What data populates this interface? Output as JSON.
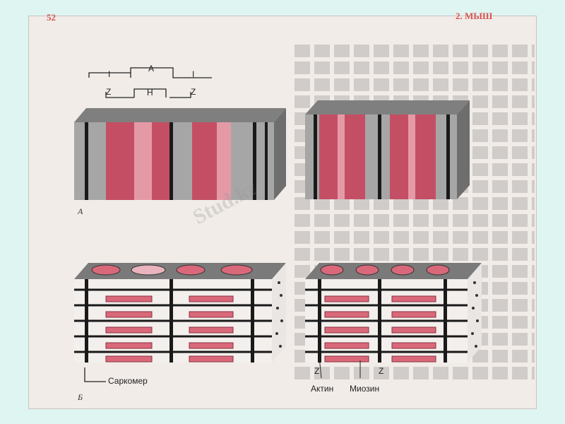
{
  "page": {
    "number": "52",
    "section": "2. МЫШ"
  },
  "figure": {
    "panel_a": "А",
    "panel_b": "Б",
    "bands": {
      "i_left": "I",
      "a": "A",
      "i_right": "I",
      "z_left": "Z",
      "h": "H",
      "z_right": "Z"
    },
    "sarcomere_label": "Саркомер",
    "z_label_left": "Z",
    "z_label_right": "Z",
    "actin_label": "Актин",
    "myosin_label": "Миозин"
  },
  "watermark": {
    "text": "Stud.kz"
  },
  "colors": {
    "background": "#dff5f1",
    "paper": "#f1ece8",
    "pink": "#d9697a",
    "dark_pink": "#b8475a",
    "gray": "#9a9a9a",
    "z_line": "#1a1a1a"
  }
}
